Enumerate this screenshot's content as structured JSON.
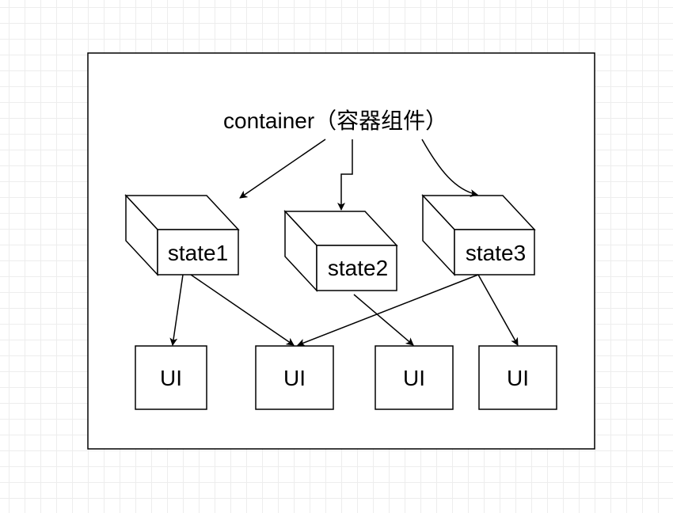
{
  "title": "container（容器组件）",
  "states": [
    "state1",
    "state2",
    "state3"
  ],
  "ui_boxes": [
    "UI",
    "UI",
    "UI",
    "UI"
  ],
  "colors": {
    "stroke": "#000000",
    "fill": "#ffffff",
    "grid": "#ededed"
  }
}
